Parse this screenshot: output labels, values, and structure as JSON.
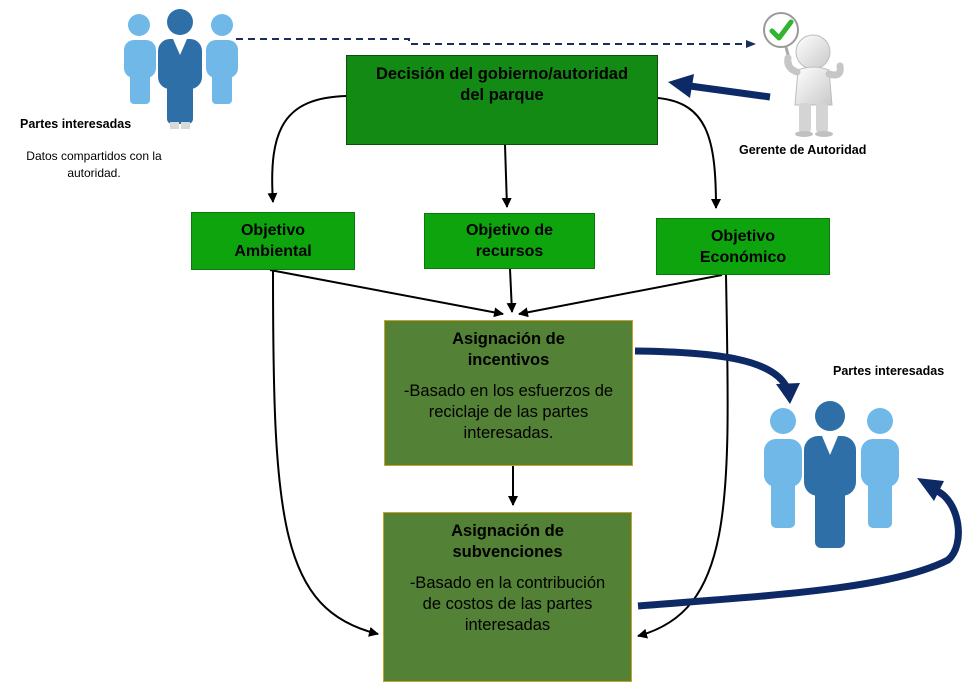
{
  "boxes": {
    "decision": "Decisión del gobierno/autoridad del parque",
    "obj_env": "Objetivo Ambiental",
    "obj_res": "Objetivo de recursos",
    "obj_eco": "Objetivo Económico",
    "incentives": {
      "title": "Asignación de incentivos",
      "desc": "-Basado en los esfuerzos de reciclaje de las partes interesadas."
    },
    "subsidies": {
      "title": "Asignación de subvenciones",
      "desc": "-Basado en la contribución de costos de las partes interesadas"
    }
  },
  "labels": {
    "stakeholders_left": "Partes interesadas",
    "shared_data": "Datos compartidos con la autoridad.",
    "manager": "Gerente de Autoridad",
    "stakeholders_right": "Partes interesadas"
  },
  "icons": {
    "stakeholders_left": "stakeholder-group-icon",
    "manager": "manager-with-checkmark-icon",
    "stakeholders_right": "stakeholder-group-icon"
  },
  "colors": {
    "decision_box": "#138a13",
    "objective_box": "#0ea40e",
    "allocation_box": "#538135",
    "allocation_border": "#c9a227",
    "thick_arrow": "#0d2a66",
    "person_light": "#6fb8e8",
    "person_dark": "#2f6fa8",
    "check": "#2fb52f"
  }
}
